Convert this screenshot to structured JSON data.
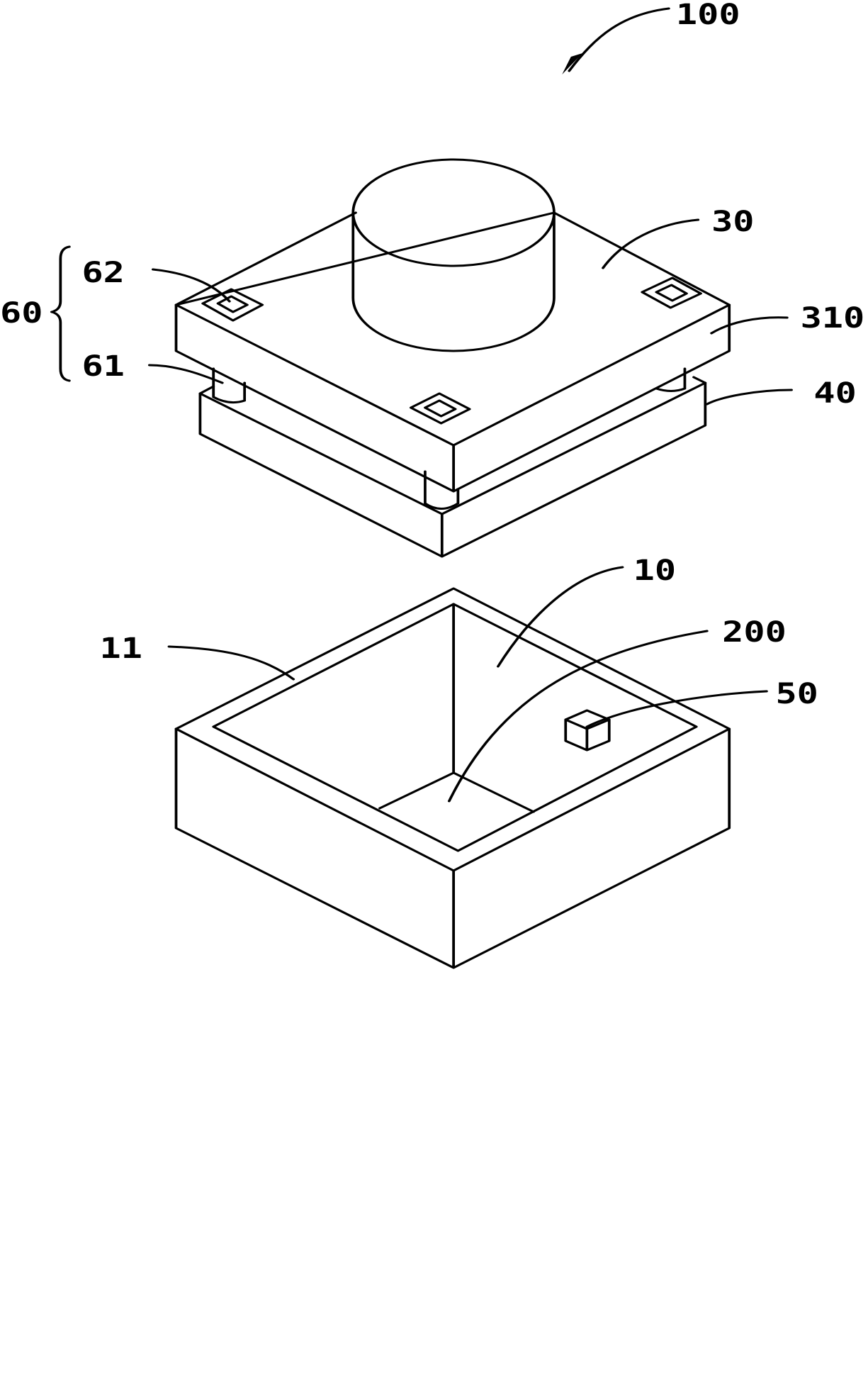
{
  "labels": {
    "assembly": "100",
    "plate": "30",
    "plate_side": "310",
    "base_plate": "40",
    "group": "60",
    "part_62": "62",
    "part_61": "61",
    "housing": "10",
    "opening_edge": "11",
    "cavity": "200",
    "sensor": "50"
  }
}
